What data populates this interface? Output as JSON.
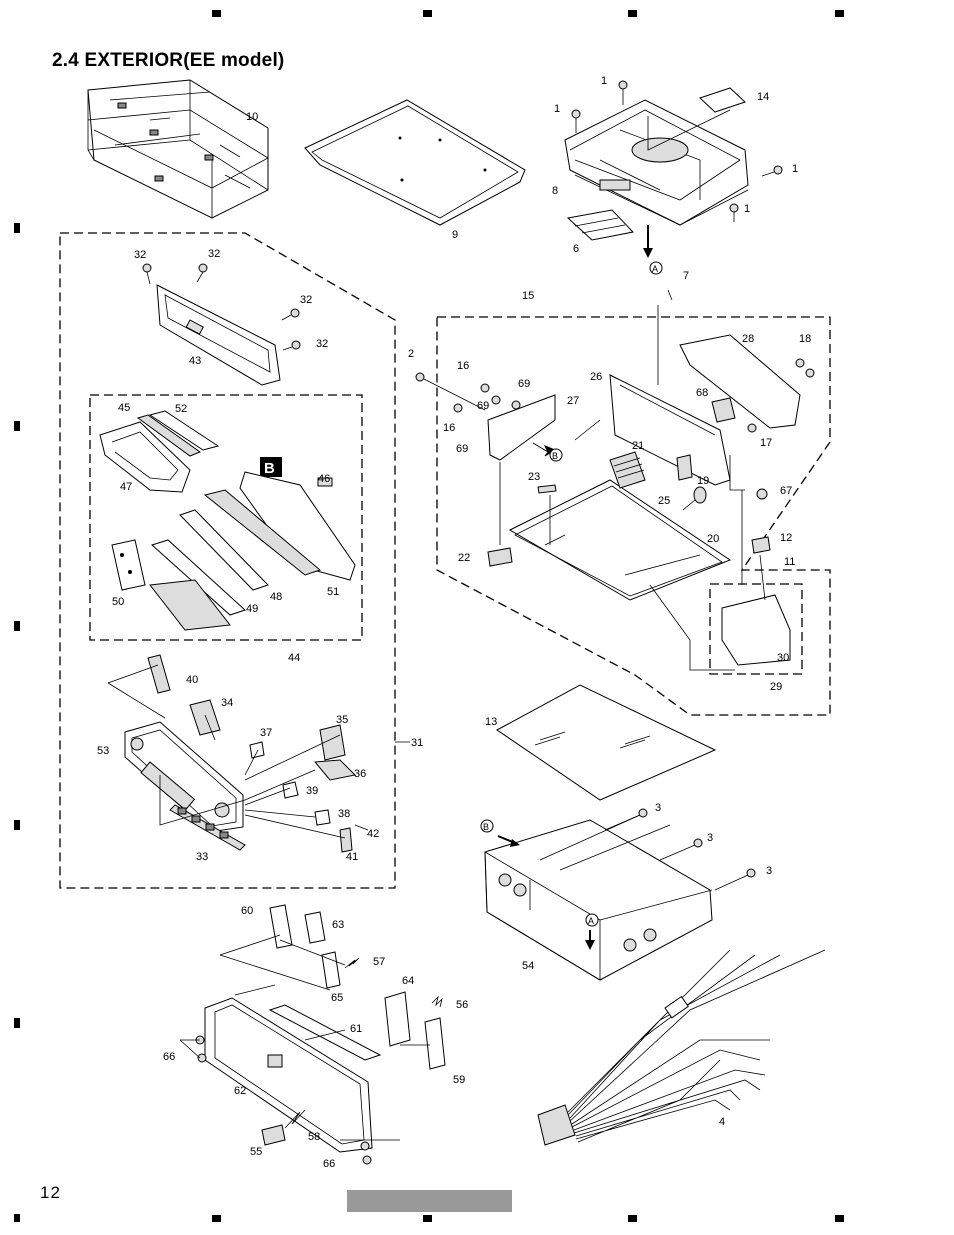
{
  "page": {
    "title": "2.4 EXTERIOR(EE model)",
    "page_number": "12"
  },
  "callouts": {
    "c1": "1",
    "c2": "2",
    "c3": "3",
    "c4": "4",
    "c6": "6",
    "c7": "7",
    "c8": "8",
    "c9": "9",
    "c10": "10",
    "c11": "11",
    "c12": "12",
    "c13": "13",
    "c14": "14",
    "c15": "15",
    "c16": "16",
    "c17": "17",
    "c18": "18",
    "c19": "19",
    "c20": "20",
    "c21": "21",
    "c22": "22",
    "c23": "23",
    "c25": "25",
    "c26": "26",
    "c27": "27",
    "c28": "28",
    "c29": "29",
    "c30": "30",
    "c31": "31",
    "c32": "32",
    "c33": "33",
    "c34": "34",
    "c35": "35",
    "c36": "36",
    "c37": "37",
    "c38": "38",
    "c39": "39",
    "c40": "40",
    "c41": "41",
    "c42": "42",
    "c43": "43",
    "c44": "44",
    "c45": "45",
    "c46": "46",
    "c47": "47",
    "c48": "48",
    "c49": "49",
    "c50": "50",
    "c51": "51",
    "c52": "52",
    "c53": "53",
    "c54": "54",
    "c55": "55",
    "c56": "56",
    "c57": "57",
    "c58": "58",
    "c59": "59",
    "c60": "60",
    "c61": "61",
    "c62": "62",
    "c63": "63",
    "c64": "64",
    "c65": "65",
    "c66": "66",
    "c67": "67",
    "c68": "68",
    "c69": "69"
  },
  "reference_marks": {
    "a": "A",
    "b": "B"
  },
  "section_labels": {
    "a": "A",
    "b": "B"
  }
}
